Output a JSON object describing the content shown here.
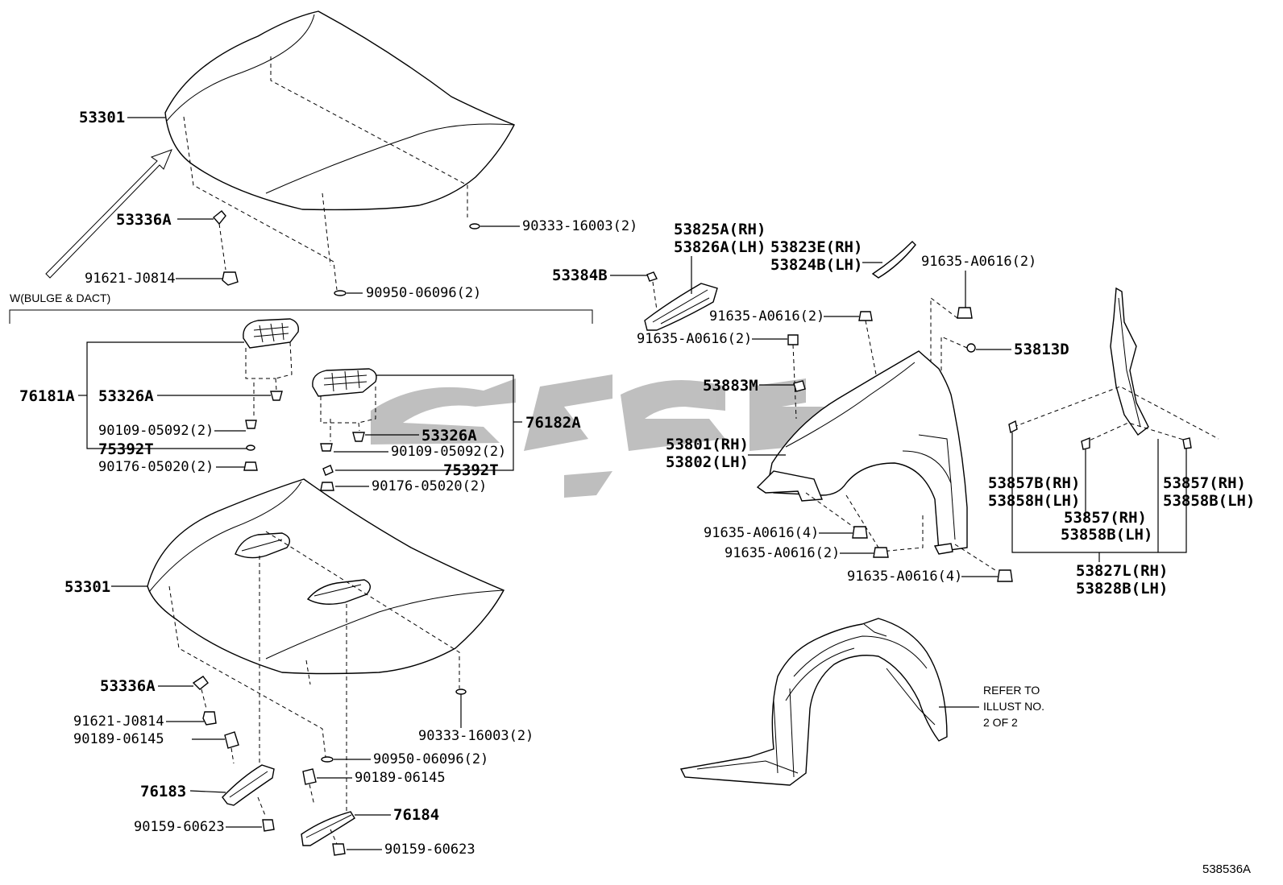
{
  "diagram_code": "538536A",
  "section_label": "W(BULGE & DACT)",
  "note": [
    "REFER TO",
    "ILLUST NO.",
    "2 OF 2"
  ],
  "labels": {
    "hood_top": "53301",
    "lock_top": "53336A",
    "bolt_top": "91621-J0814",
    "cushion_top": "90333-16003(2)",
    "seal_top": "90950-06096(2)",
    "duct_left_assy": "76181A",
    "duct_left": "53326A",
    "clip_left": "90109-05092(2)",
    "gasket_left": "75392T",
    "nut_left": "90176-05020(2)",
    "duct_right_assy": "76182A",
    "duct_right": "53326A",
    "clip_right": "90109-05092(2)",
    "gasket_right": "75392T",
    "nut_right": "90176-05020(2)",
    "hood_bottom": "53301",
    "lock_bottom": "53336A",
    "bolt_bottom": "91621-J0814",
    "cushion_bottom": "90333-16003(2)",
    "screw_left": "90189-06145",
    "seal_bottom": "90950-06096(2)",
    "screw_right": "90189-06145",
    "panel_left": "76183",
    "panel_right": "76184",
    "clip_bottom_left": "90159-60623",
    "clip_bottom_right": "90159-60623",
    "bracket_rh": "53825A(RH)",
    "bracket_lh": "53826A(LH)",
    "seal_fender_rh": "53823E(RH)",
    "seal_fender_lh": "53824B(LH)",
    "nut_53384": "53384B",
    "bolt_a_top": "91635-A0616(2)",
    "bolt_b": "91635-A0616(2)",
    "bolt_c": "91635-A0616(2)",
    "clip_53813": "53813D",
    "pad_53883": "53883M",
    "fender_rh": "53801(RH)",
    "fender_lh": "53802(LH)",
    "bolt_d": "91635-A0616(4)",
    "bolt_e": "91635-A0616(2)",
    "bolt_f": "91635-A0616(4)",
    "seal_a_rh": "53857B(RH)",
    "seal_a_lh": "53858H(LH)",
    "seal_b_rh": "53857(RH)",
    "seal_b_lh": "53858B(LH)",
    "seal_c_rh": "53857(RH)",
    "seal_c_lh": "53858B(LH)",
    "seal_assy_rh": "53827L(RH)",
    "seal_assy_lh": "53828B(LH)"
  }
}
